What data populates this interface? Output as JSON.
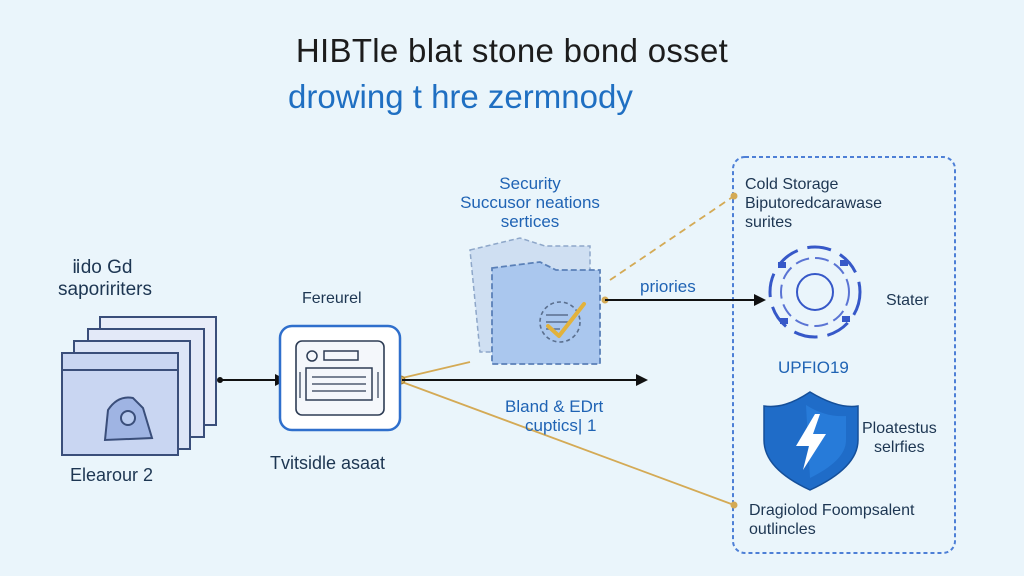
{
  "diagram": {
    "title": "HIBTle blat stone bond osset",
    "subtitle": "drowing t hre zermnody",
    "left_group": {
      "label_line1": "ⅱdo Gd",
      "label_line2": "sapoririters",
      "caption": "Elearour 2"
    },
    "center_device": {
      "label": "Fereurel",
      "caption": "Tvitsidle asaat"
    },
    "security_folder": {
      "label_line1": "Security",
      "label_line2": "Succusor neations",
      "label_line3": "sertices"
    },
    "arrow_labels": {
      "priories": "priories",
      "bland_line1": "Bland & EDrt",
      "bland_line2": "cuptics| 1"
    },
    "right_panel": {
      "cold_line1": "Cold Storage",
      "cold_line2": "Biputoredcarawase",
      "cold_line3": "surites",
      "stater": "Stater",
      "code": "UPFIO19",
      "shield_line1": "Ploatestus",
      "shield_line2": "selrfies",
      "bottom_line1": "Dragiolod Foompsalent",
      "bottom_line2": "outlincles"
    },
    "colors": {
      "accent_blue": "#1f6fc2",
      "panel_border": "#4d7fd6",
      "connector_gold": "#d4aa55",
      "shield": "#1f6cc8"
    },
    "icons": [
      "folder-stack-icon",
      "chip-device-icon",
      "folder-check-icon",
      "ring-icon",
      "shield-bolt-icon"
    ]
  }
}
